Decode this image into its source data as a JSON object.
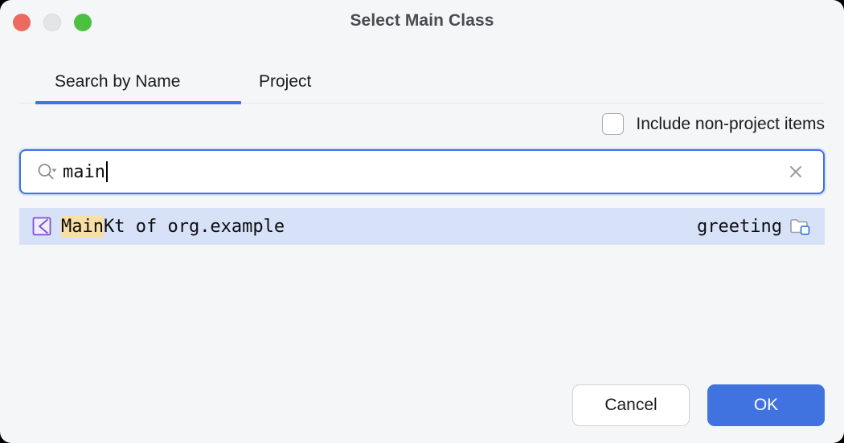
{
  "window": {
    "title": "Select Main Class",
    "traffic_lights": [
      "close-button",
      "minimize-button",
      "maximize-button"
    ],
    "accent_color": "#4072e0",
    "background_color": "#f5f6f8"
  },
  "tabs": [
    {
      "label": "Search by Name",
      "active": true
    },
    {
      "label": "Project",
      "active": false
    }
  ],
  "options": {
    "include_non_project_items": {
      "label": "Include non-project items",
      "checked": false
    }
  },
  "search": {
    "value": "main",
    "placeholder": "",
    "icon": "search-icon",
    "clear_icon": "close-icon"
  },
  "results": [
    {
      "icon": "kotlin-file-icon",
      "highlight": "Main",
      "rest": "Kt of org.example",
      "module": "greeting",
      "module_icon": "module-folder-icon",
      "selected": true,
      "highlight_color": "#f7dfa5",
      "selection_color": "#d7e1f8"
    }
  ],
  "footer": {
    "cancel_label": "Cancel",
    "ok_label": "OK"
  }
}
